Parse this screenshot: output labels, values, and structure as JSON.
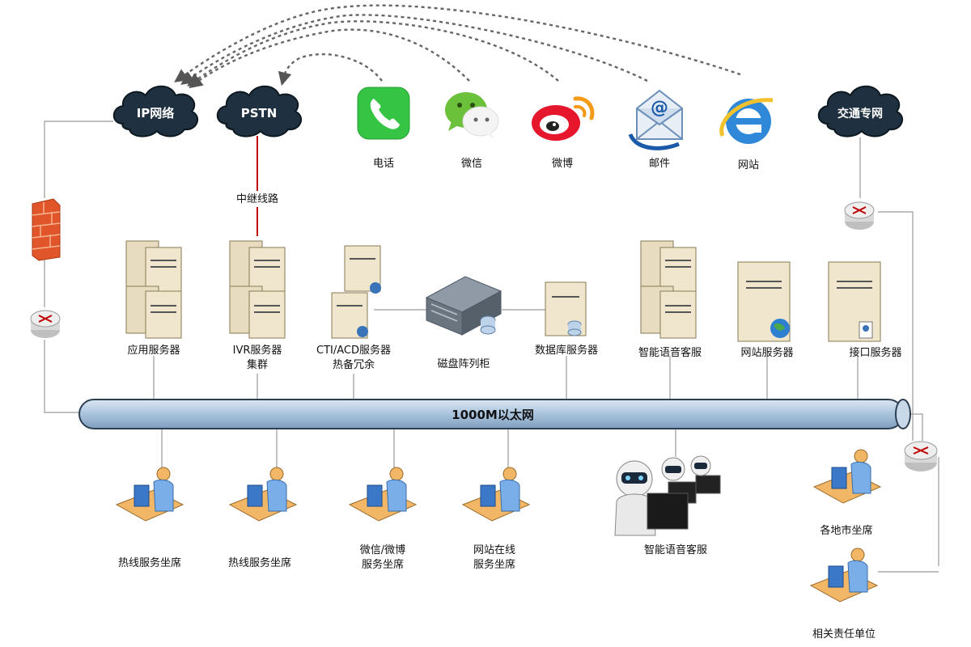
{
  "clouds": {
    "ip": "IP网络",
    "pstn": "PSTN",
    "traffic": "交通专网"
  },
  "channels": [
    {
      "label": "电话",
      "icon": "phone-icon"
    },
    {
      "label": "微信",
      "icon": "wechat-icon"
    },
    {
      "label": "微博",
      "icon": "weibo-icon"
    },
    {
      "label": "邮件",
      "icon": "mail-icon"
    },
    {
      "label": "网站",
      "icon": "ie-browser-icon"
    }
  ],
  "trunk_label": "中继线路",
  "servers": {
    "app": "应用服务器",
    "ivr_1": "IVR服务器",
    "ivr_2": "集群",
    "cti_1": "CTI/ACD服务器",
    "cti_2": "热备冗余",
    "storage": "磁盘阵列柜",
    "db": "数据库服务器",
    "voice": "智能语音客服",
    "web": "网站服务器",
    "api": "接口服务器"
  },
  "bus_label": "1000M以太网",
  "seats": {
    "hotline_1": "热线服务坐席",
    "hotline_2": "热线服务坐席",
    "wechat_1": "微信/微博",
    "wechat_2": "服务坐席",
    "web_1": "网站在线",
    "web_2": "服务坐席",
    "robot": "智能语音客服",
    "city": "各地市坐席",
    "unit": "相关责任单位"
  },
  "colors": {
    "cloud": "#1f3140",
    "bus": "#b8cfe6",
    "trunk": "#c00000",
    "firewall": "#e0552a",
    "arrow": "#555555"
  }
}
